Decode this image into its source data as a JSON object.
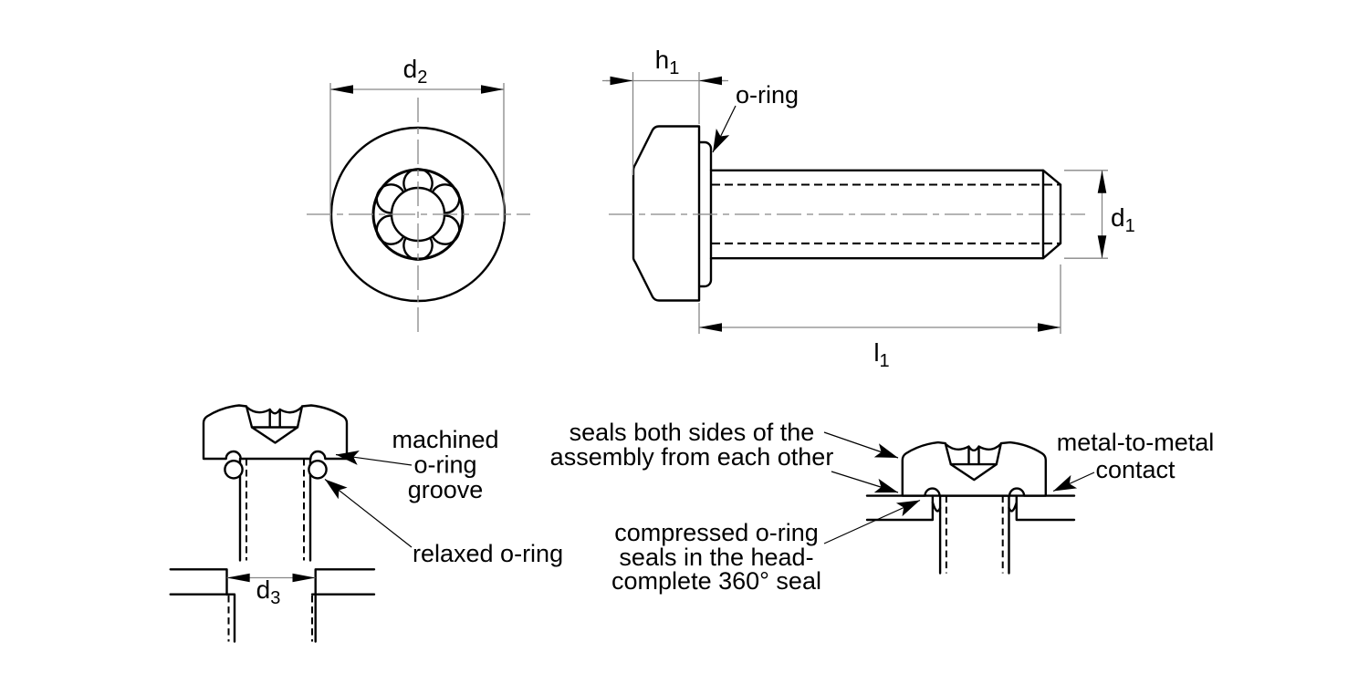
{
  "colors": {
    "ink": "#000000",
    "thin_line": "#878787",
    "background": "#ffffff"
  },
  "views": {
    "front_view": {
      "dim_d2": {
        "base": "d",
        "sub": "2"
      }
    },
    "side_view": {
      "dim_h1": {
        "base": "h",
        "sub": "1"
      },
      "dim_d1": {
        "base": "d",
        "sub": "1"
      },
      "dim_l1": {
        "base": "l",
        "sub": "1"
      },
      "oring_label": "o-ring"
    },
    "groove_detail": {
      "dim_d3": {
        "base": "d",
        "sub": "3"
      },
      "machined_label": {
        "line1": "machined",
        "line2": "o-ring",
        "line3": "groove"
      },
      "relaxed_label": "relaxed o-ring"
    },
    "assembly_detail": {
      "seals_label": {
        "line1": "seals both sides of the",
        "line2": "assembly from each other"
      },
      "compressed_label": {
        "line1": "compressed o-ring",
        "line2": "seals in the head-",
        "line3": "complete 360° seal"
      },
      "metal_label": {
        "line1": "metal-to-metal",
        "line2": "contact"
      }
    }
  }
}
